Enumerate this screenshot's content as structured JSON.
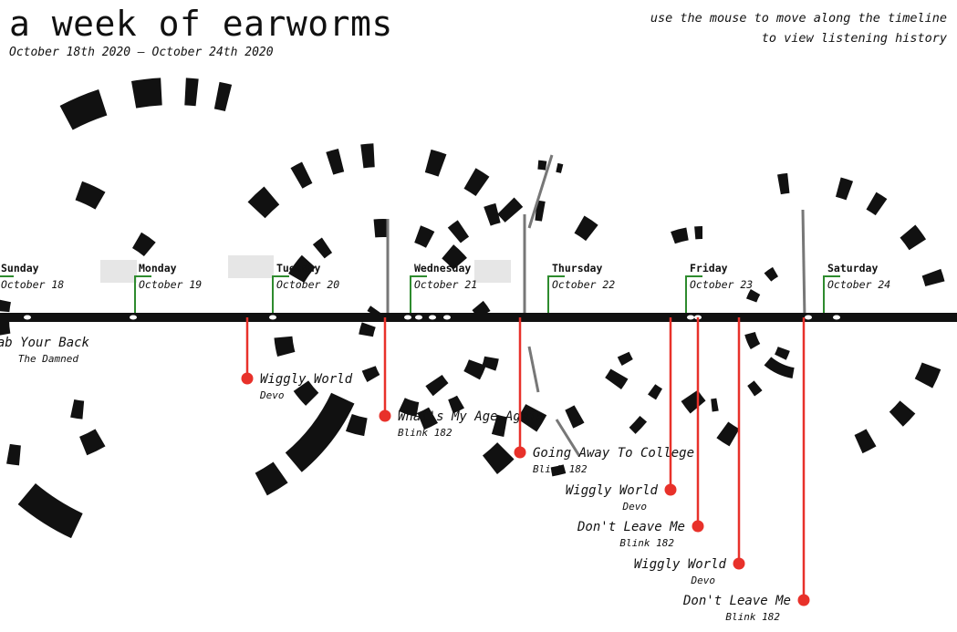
{
  "page": {
    "title": "a week of earworms",
    "subtitle": "October 18th 2020 – October 24th 2020",
    "instructions": [
      "use the mouse to move along the timeline",
      "to view listening history"
    ]
  },
  "colors": {
    "background": "#ffffff",
    "ink": "#111111",
    "day_marker": "#2e8b2e",
    "song_marker": "#e8312a",
    "faint": "#e6e6e6"
  },
  "days": [
    {
      "day": "Sunday",
      "date": "October 18"
    },
    {
      "day": "Monday",
      "date": "October 19"
    },
    {
      "day": "Tuesday",
      "date": "October 20"
    },
    {
      "day": "Wednesday",
      "date": "October 21"
    },
    {
      "day": "Thursday",
      "date": "October 22"
    },
    {
      "day": "Friday",
      "date": "October 23"
    },
    {
      "day": "Saturday",
      "date": "October 24"
    }
  ],
  "songs": [
    {
      "title": "Grab Your Back",
      "artist": "The Damned",
      "label_side": "left"
    },
    {
      "title": "Wiggly World",
      "artist": "Devo",
      "label_side": "right"
    },
    {
      "title": "What's My Age Again",
      "artist": "Blink 182",
      "label_side": "right"
    },
    {
      "title": "Going Away To College",
      "artist": "Blink 182",
      "label_side": "right"
    },
    {
      "title": "Wiggly World",
      "artist": "Devo",
      "label_side": "left"
    },
    {
      "title": "Don't Leave Me",
      "artist": "Blink 182",
      "label_side": "left"
    },
    {
      "title": "Wiggly World",
      "artist": "Devo",
      "label_side": "left"
    },
    {
      "title": "Don't Leave Me",
      "artist": "Blink 182",
      "label_side": "left"
    }
  ]
}
